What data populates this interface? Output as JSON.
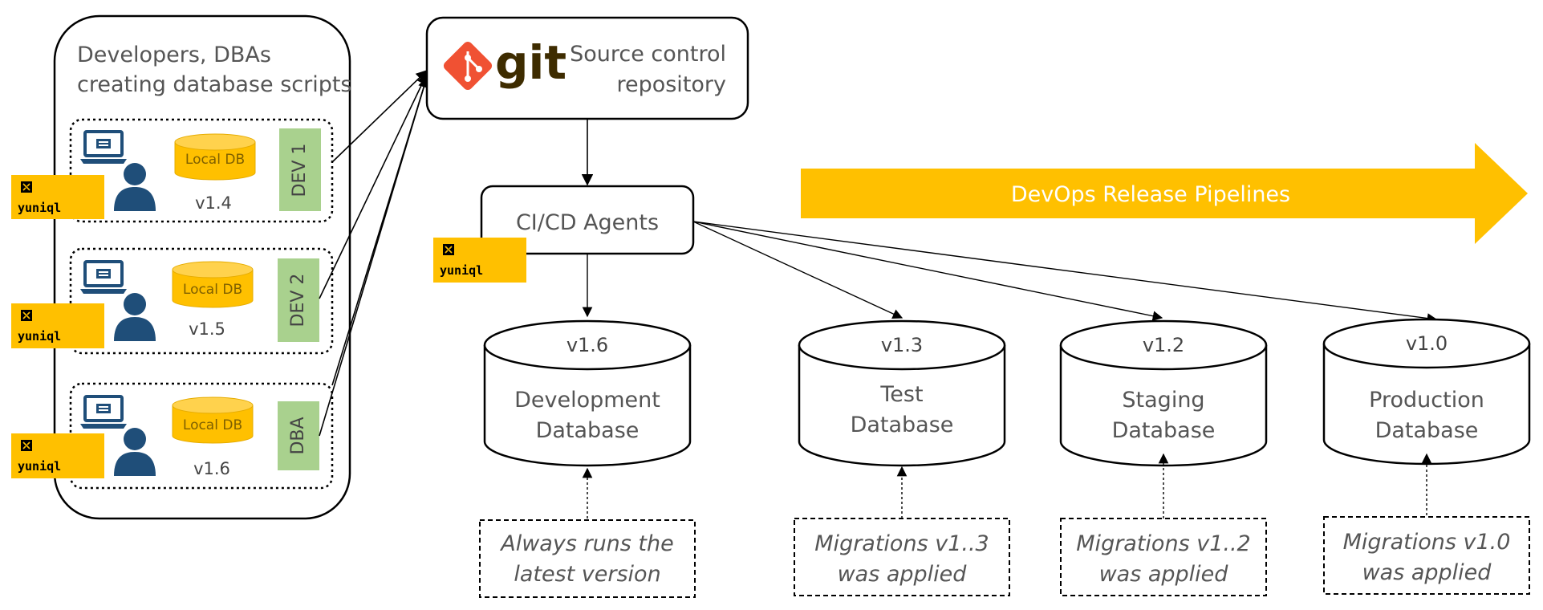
{
  "team_box": {
    "title_line1": "Developers, DBAs",
    "title_line2": "creating database scripts"
  },
  "developers": [
    {
      "role": "DEV 1",
      "local_db": "Local DB",
      "version": "v1.4",
      "tool": "yuniql"
    },
    {
      "role": "DEV 2",
      "local_db": "Local DB",
      "version": "v1.5",
      "tool": "yuniql"
    },
    {
      "role": "DBA",
      "local_db": "Local DB",
      "version": "v1.6",
      "tool": "yuniql"
    }
  ],
  "repo": {
    "logo_text": "git",
    "label_line1": "Source control",
    "label_line2": "repository"
  },
  "ci": {
    "label": "CI/CD Agents",
    "tool": "yuniql"
  },
  "pipeline": {
    "label": "DevOps Release Pipelines",
    "color": "#FFC000"
  },
  "databases": [
    {
      "version": "v1.6",
      "name_line1": "Development",
      "name_line2": "Database",
      "note_line1": "Always runs the",
      "note_line2": "latest version"
    },
    {
      "version": "v1.3",
      "name_line1": "Test",
      "name_line2": "Database",
      "note_line1": "Migrations v1..3",
      "note_line2": "was applied"
    },
    {
      "version": "v1.2",
      "name_line1": "Staging",
      "name_line2": "Database",
      "note_line1": "Migrations v1..2",
      "note_line2": "was applied"
    },
    {
      "version": "v1.0",
      "name_line1": "Production",
      "name_line2": "Database",
      "note_line1": "Migrations v1.0",
      "note_line2": "was applied"
    }
  ],
  "colors": {
    "yuniql_badge": "#FFC000",
    "role_tag": "#A9D18E",
    "local_db": "#FFC000",
    "person": "#1F4E79",
    "git_orange": "#F05133",
    "git_text": "#3E2C00"
  }
}
